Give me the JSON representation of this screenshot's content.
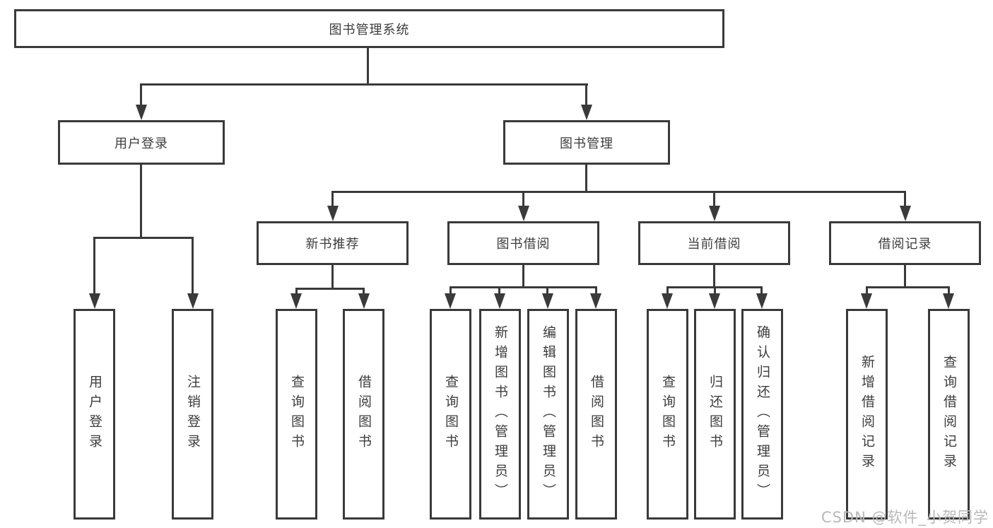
{
  "tree": {
    "root": {
      "label": "图书管理系统"
    },
    "login": {
      "label": "用户登录",
      "children": [
        {
          "label": "用户登录"
        },
        {
          "label": "注销登录"
        }
      ]
    },
    "management": {
      "label": "图书管理",
      "sections": [
        {
          "label": "新书推荐",
          "children": [
            {
              "label": "查询图书"
            },
            {
              "label": "借阅图书"
            }
          ]
        },
        {
          "label": "图书借阅",
          "children": [
            {
              "label": "查询图书"
            },
            {
              "label": "新增图书（管理员）"
            },
            {
              "label": "编辑图书（管理员）"
            },
            {
              "label": "借阅图书"
            }
          ]
        },
        {
          "label": "当前借阅",
          "children": [
            {
              "label": "查询图书"
            },
            {
              "label": "归还图书"
            },
            {
              "label": "确认归还（管理员）"
            }
          ]
        },
        {
          "label": "借阅记录",
          "children": [
            {
              "label": "新增借阅记录"
            },
            {
              "label": "查询借阅记录"
            }
          ]
        }
      ]
    }
  },
  "watermark": {
    "text": "CSDN @软件_小贺同学"
  },
  "colors": {
    "line": "#3a3a3a",
    "text": "#3d3d3d",
    "watermark": "#b9b9b9",
    "background": "#ffffff"
  }
}
